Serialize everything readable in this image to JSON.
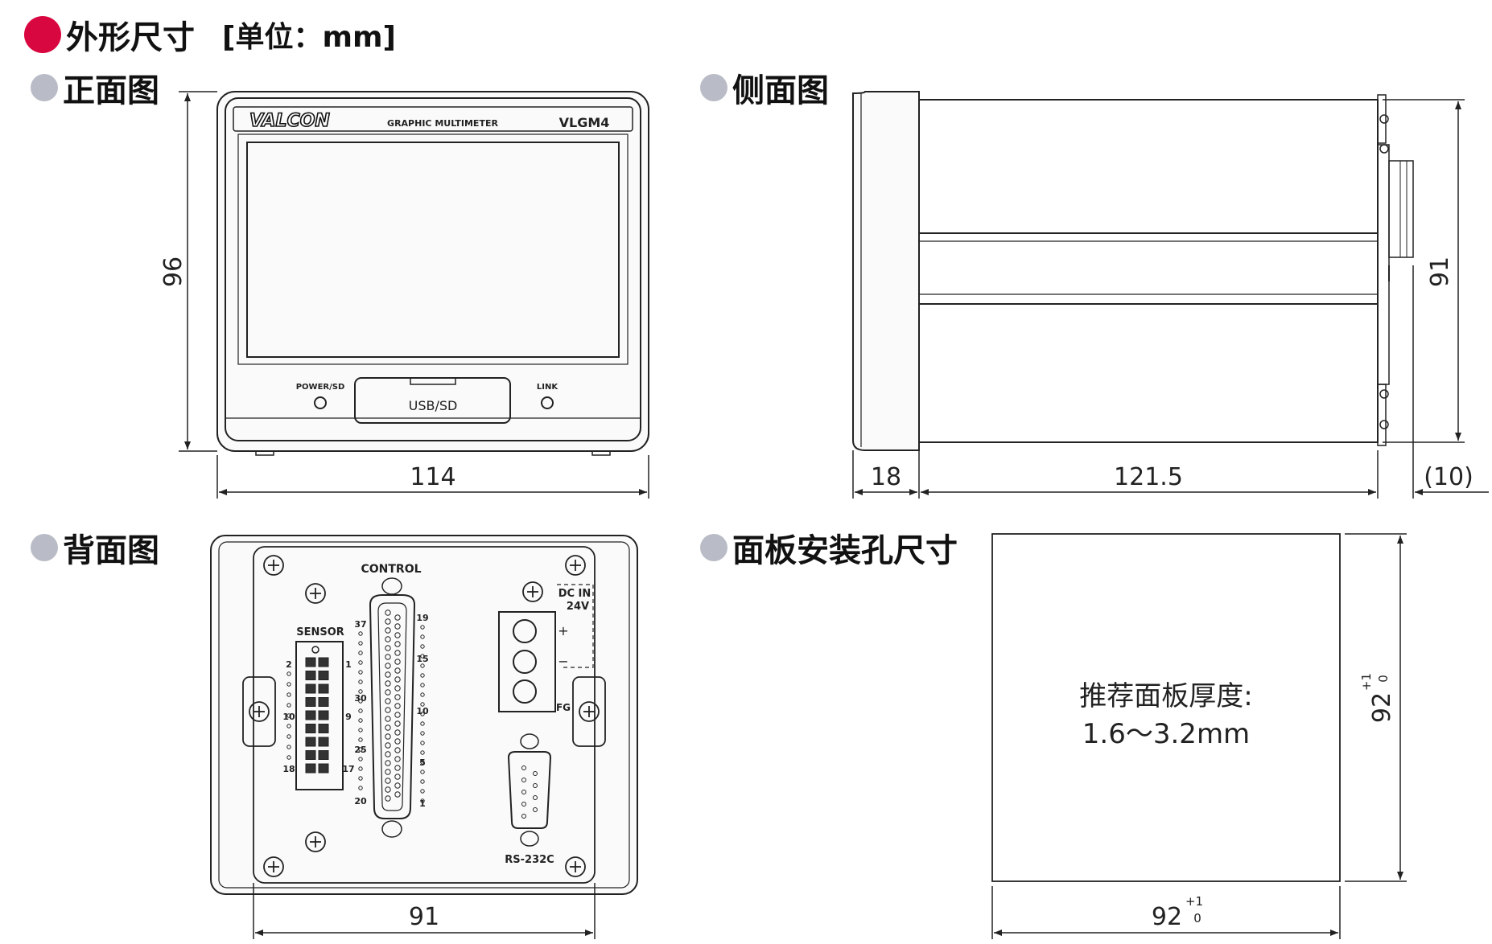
{
  "title": {
    "main": "外形尺寸",
    "unit": "[单位：mm]"
  },
  "sections": {
    "front": "正面图",
    "side": "侧面图",
    "back": "背面图",
    "cutout": "面板安装孔尺寸"
  },
  "front_view": {
    "brand": "VALCON",
    "product_name": "GRAPHIC MULTIMETER",
    "model": "VLGM4",
    "power_label": "POWER/SD",
    "usb_label": "USB/SD",
    "link_label": "LINK",
    "dim_width": "114",
    "dim_height": "96"
  },
  "side_view": {
    "dim_bezel": "18",
    "dim_body": "121.5",
    "dim_terminal": "(10)",
    "dim_height": "91"
  },
  "back_view": {
    "control_label": "CONTROL",
    "sensor_label": "SENSOR",
    "dcin_label_1": "DC IN",
    "dcin_label_2": "24V",
    "plus_symbol": "+",
    "minus_symbol": "−",
    "fg_label": "FG",
    "rs232_label": "RS-232C",
    "sensor_pins": [
      "2",
      "10",
      "18",
      "1",
      "9",
      "17"
    ],
    "control_left_pins": [
      "37",
      "30",
      "25",
      "20"
    ],
    "control_right_pins": [
      "19",
      "15",
      "10",
      "5",
      "1"
    ],
    "dim_width": "91"
  },
  "cutout_view": {
    "note_line1": "推荐面板厚度:",
    "note_line2": "1.6～3.2mm",
    "dim_width": "92",
    "dim_height": "92",
    "tol_plus": "+1",
    "tol_minus": "0"
  }
}
